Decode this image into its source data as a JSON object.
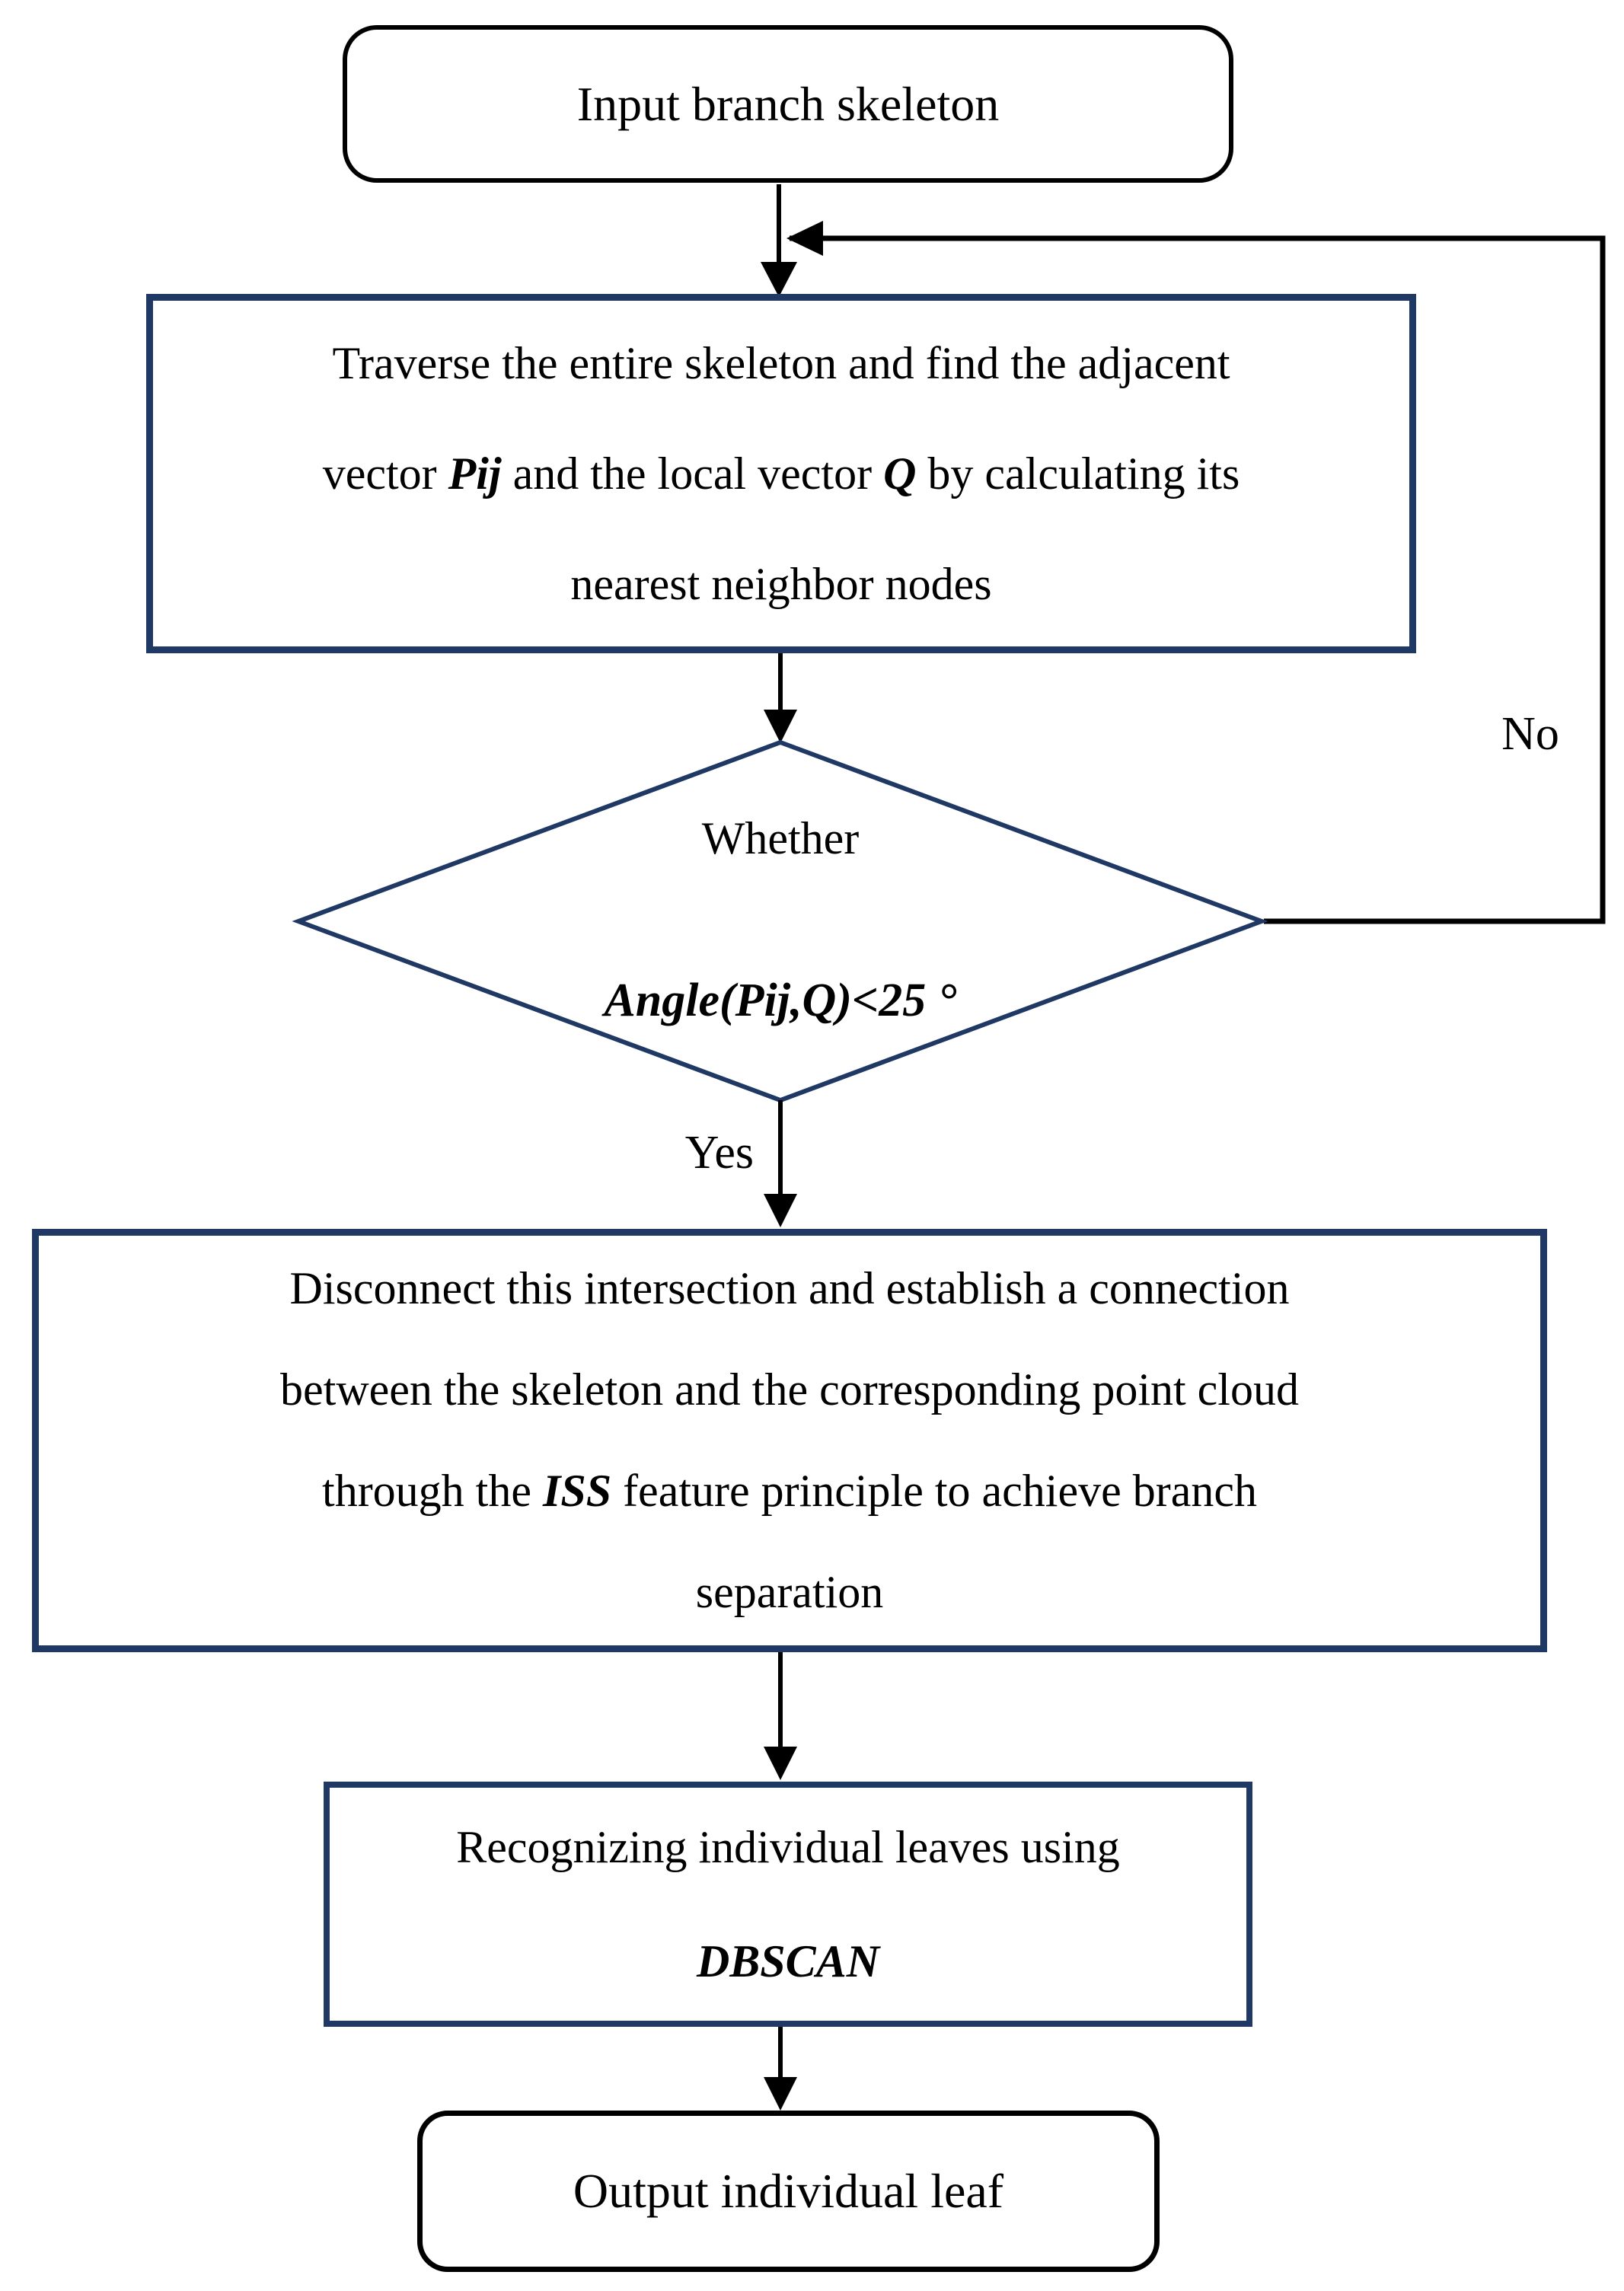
{
  "flowchart": {
    "nodes": {
      "input": {
        "label": "Input branch skeleton"
      },
      "traverse": {
        "line1": "Traverse the entire skeleton and find the adjacent",
        "line2_pre": "vector ",
        "line2_pij": "Pij",
        "line2_mid": " and the local vector ",
        "line2_q": "Q",
        "line2_post": " by calculating its",
        "line3": "nearest neighbor nodes"
      },
      "decision": {
        "line1": "Whether",
        "line2": "Angle(Pij,Q)<25 °"
      },
      "disconnect": {
        "line1": "Disconnect this intersection and establish a connection",
        "line2": "between the skeleton and the corresponding point cloud",
        "line3_pre": "through the ",
        "line3_iss": "ISS",
        "line3_post": " feature principle to achieve branch",
        "line4": "separation"
      },
      "dbscan": {
        "line1": "Recognizing individual leaves using",
        "line2": "DBSCAN"
      },
      "output": {
        "label": "Output individual leaf"
      }
    },
    "edges": {
      "yes_label": "Yes",
      "no_label": "No"
    },
    "colors": {
      "process_border": "#1f3864",
      "terminal_border": "#000000",
      "connector": "#000000",
      "text": "#000000",
      "background": "#ffffff"
    }
  }
}
